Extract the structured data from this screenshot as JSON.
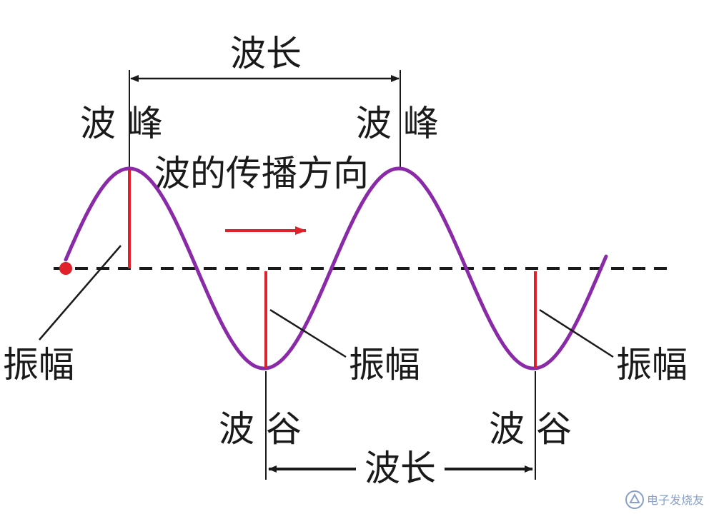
{
  "wavelength_label": "波长",
  "crest_label": "波峰",
  "trough_label": "波谷",
  "direction_label": "波的传播方向",
  "amplitude_label": "振幅",
  "colors": {
    "wave": "#8a2aa8",
    "amplitude_marker": "#e0202a",
    "direction_arrow": "#e0202a",
    "origin_dot": "#e0202a",
    "baseline": "#1a1a1a",
    "annotation": "#1a1a1a"
  },
  "watermark": {
    "icon": "logo-icon",
    "text": "电子发烧友"
  }
}
